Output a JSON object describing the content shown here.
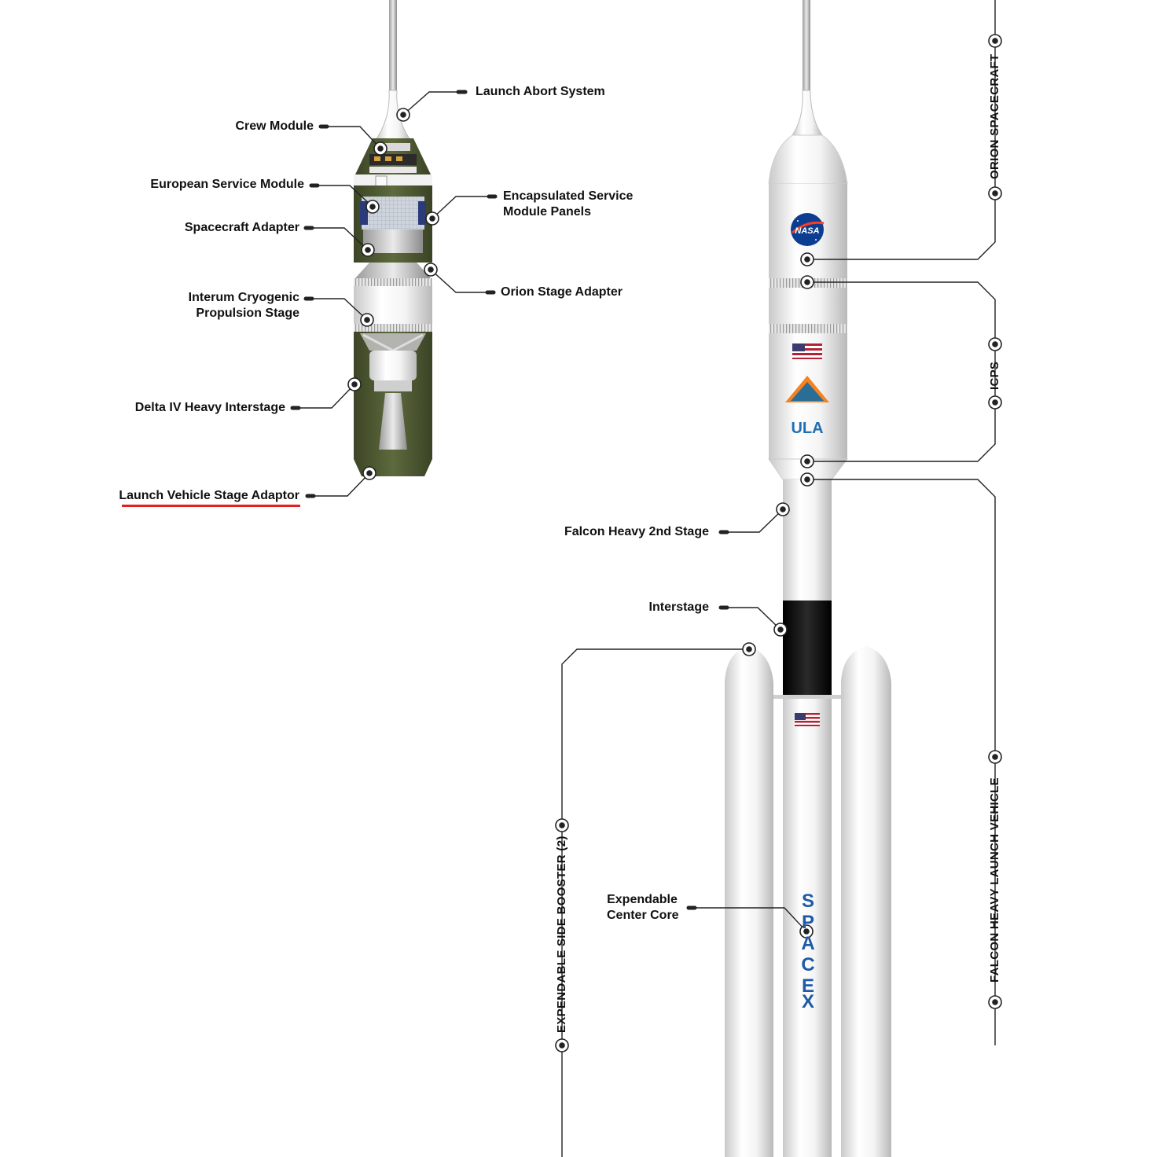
{
  "labels": {
    "launch_abort_system": "Launch Abort System",
    "crew_module": "Crew Module",
    "european_service_module": "European Service Module",
    "encapsulated_service_module_panels_1": "Encapsulated Service",
    "encapsulated_service_module_panels_2": "Module Panels",
    "spacecraft_adapter": "Spacecraft Adapter",
    "orion_stage_adapter": "Orion Stage Adapter",
    "icps_1": "Interum Cryogenic",
    "icps_2": "Propulsion Stage",
    "delta_iv_heavy_interstage": "Delta IV Heavy Interstage",
    "launch_vehicle_stage_adaptor": "Launch Vehicle Stage Adaptor",
    "falcon_heavy_2nd_stage": "Falcon Heavy 2nd Stage",
    "interstage": "Interstage",
    "expendable_center_core_1": "Expendable",
    "expendable_center_core_2": "Center Core"
  },
  "vertical_labels": {
    "orion_spacecraft": "ORION SPACECRAFT",
    "icps": "ICPS",
    "falcon_heavy_launch_vehicle": "FALCON HEAVY LAUNCH VEHICLE",
    "expendable_side_booster": "EXPENDABLE SIDE BOOSTER (2)"
  },
  "logos": {
    "nasa": "NASA",
    "ula": "ULA",
    "spacex_letters": [
      "S",
      "P",
      "A",
      "C",
      "E",
      "X"
    ]
  },
  "colors": {
    "cutaway_green": "#4f5a33",
    "leader_line": "#222222",
    "highlight_underline": "#e41f1f",
    "rocket_white": "#f2f2f2",
    "interstage_black": "#111111"
  }
}
